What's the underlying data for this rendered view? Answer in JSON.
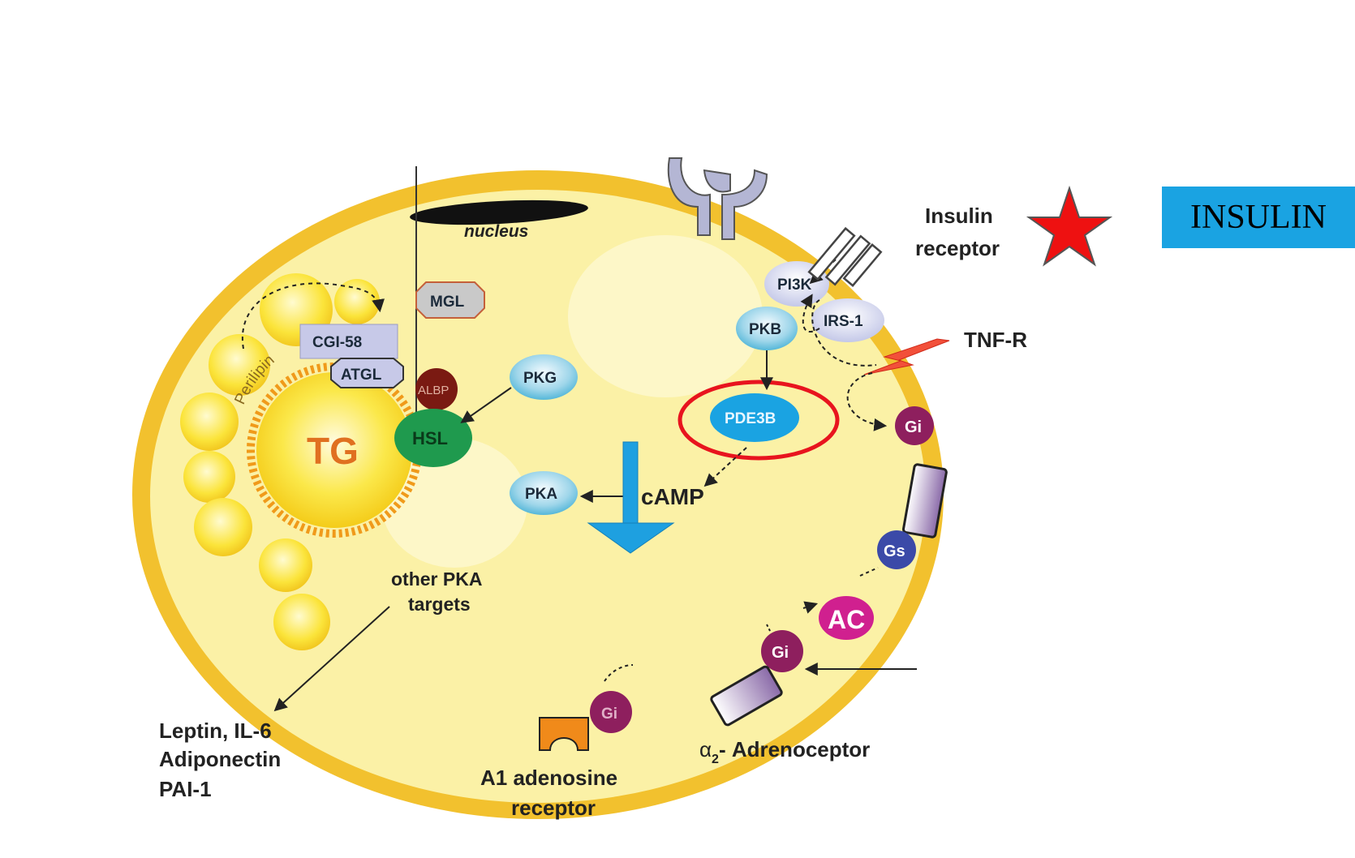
{
  "labels": {
    "nucleus": "nucleus",
    "mgl": "MGL",
    "cgi58": "CGI-58",
    "atgl": "ATGL",
    "perilipin": "Perilipin",
    "tg": "TG",
    "albp": "ALBP",
    "hsl": "HSL",
    "pkg": "PKG",
    "pka": "PKA",
    "camp": "cAMP",
    "pde3b": "PDE3B",
    "pi3k": "PI3K",
    "pkb": "PKB",
    "irs1": "IRS-1",
    "gi_right": "Gi",
    "gs": "Gs",
    "ac": "AC",
    "gi_alpha2": "Gi",
    "gi_a1": "Gi",
    "other_pka_line1": "other PKA",
    "other_pka_line2": "targets",
    "secreted_line1": "Leptin, IL-6",
    "secreted_line2": "Adiponectin",
    "secreted_line3": "PAI-1",
    "a1_line1": "A1 adenosine",
    "a1_line2": "receptor",
    "alpha2_prefix": "α",
    "alpha2_sub": "2",
    "alpha2_rest": "- Adrenoceptor",
    "insulin_receptor_line1": "Insulin",
    "insulin_receptor_line2": "receptor",
    "tnfr": "TNF-R"
  },
  "insulin_box": "INSULIN",
  "colors": {
    "membrane": "#f2c12e",
    "cytoplasm": "#fbf1a6",
    "highlight_ring": "#e8141e",
    "insulin_box": "#1aa3e2",
    "down_arrow": "#1ea0e0",
    "star": "#ee1111",
    "hsl": "#1f9a4e",
    "gi": "#8e1f5e",
    "gs": "#3b4aa8",
    "ac": "#d0208f",
    "albp": "#7a1a12",
    "pde3b": "#1aa3e2"
  },
  "icons": [
    "star-icon",
    "down-arrow-icon",
    "lightning-icon"
  ]
}
